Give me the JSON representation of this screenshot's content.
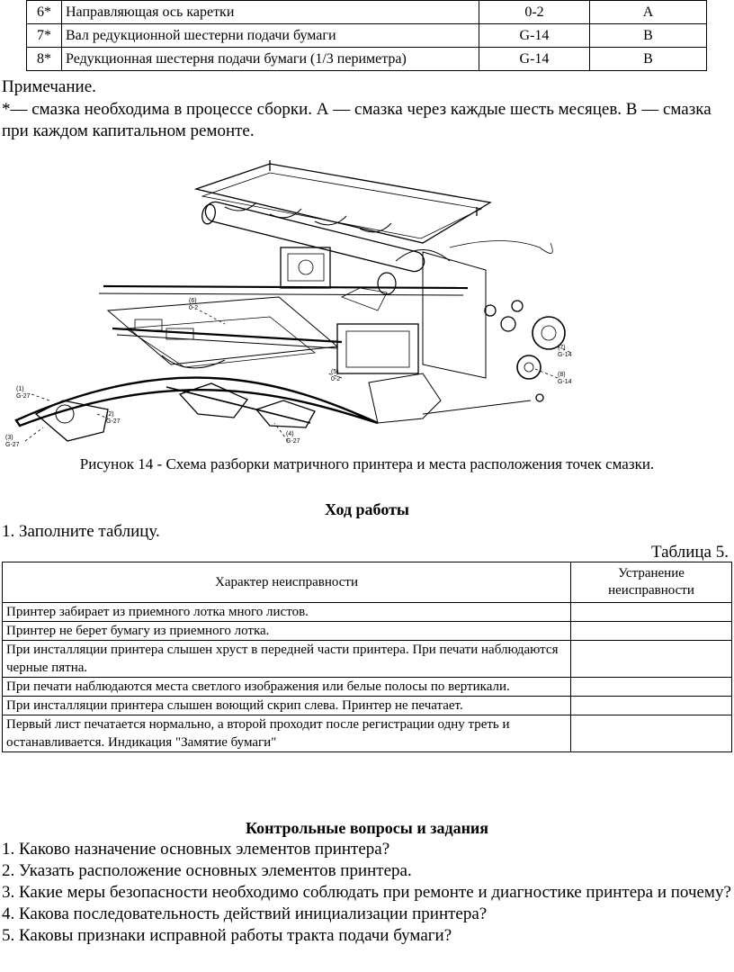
{
  "lubrication_table": {
    "rows": [
      {
        "num": "6*",
        "name": "Направляющая ось каретки",
        "lubricant": "0-2",
        "period": "A"
      },
      {
        "num": "7*",
        "name": "Вал редукционной шестерни подачи бумаги",
        "lubricant": "G-14",
        "period": "B"
      },
      {
        "num": "8*",
        "name": "Редукционная шестерня подачи бумаги (1/3 периметра)",
        "lubricant": "G-14",
        "period": "B"
      }
    ]
  },
  "note": {
    "title": "Примечание.",
    "text": "*— смазка необходима в процессе сборки. А — смазка через каждые шесть месяцев. В — смазка при каждом капитальном ремонте."
  },
  "figure": {
    "callouts": [
      {
        "num": "(1)",
        "code": "G-27"
      },
      {
        "num": "(2)",
        "code": "G-27"
      },
      {
        "num": "(3)",
        "code": "G-27"
      },
      {
        "num": "(4)",
        "code": "G-27"
      },
      {
        "num": "(5)",
        "code": "0-2"
      },
      {
        "num": "(6)",
        "code": "0-2"
      },
      {
        "num": "(7)",
        "code": "G-14"
      },
      {
        "num": "(8)",
        "code": "G-14"
      }
    ],
    "caption": "Рисунок 14 - Схема разборки матричного принтера и места расположения точек смазки."
  },
  "work": {
    "heading": "Ход работы",
    "step1": "1. Заполните таблицу.",
    "table_caption": "Таблица 5."
  },
  "faults_table": {
    "headers": [
      "Характер неисправности",
      "Устранение неисправности"
    ],
    "rows": [
      {
        "fault": "Принтер забирает из приемного лотка много листов.",
        "fix": ""
      },
      {
        "fault": "Принтер не берет бумагу из приемного лотка.",
        "fix": ""
      },
      {
        "fault": "При инсталляции принтера слышен хруст в передней части принтера. При печати наблюдаются черные пятна.",
        "fix": ""
      },
      {
        "fault": "При печати наблюдаются места светлого изображения или белые полосы по вертикали.",
        "fix": ""
      },
      {
        "fault": "При инсталляции принтера слышен воющий скрип слева. Принтер не печатает.",
        "fix": ""
      },
      {
        "fault": "Первый лист печатается нормально, а второй проходит после регистрации одну треть и останавливается. Индикация \"Замятие бумаги\"",
        "fix": ""
      }
    ]
  },
  "control": {
    "heading": "Контрольные вопросы и задания",
    "questions": [
      "1. Каково назначение основных элементов принтера?",
      "2. Указать расположение основных элементов принтера.",
      "3. Какие меры безопасности необходимо соблюдать при ремонте и диагностике принтера и почему?",
      "4. Какова последовательность действий инициализации принтера?",
      "5. Каковы признаки исправной работы тракта подачи бумаги?"
    ]
  }
}
